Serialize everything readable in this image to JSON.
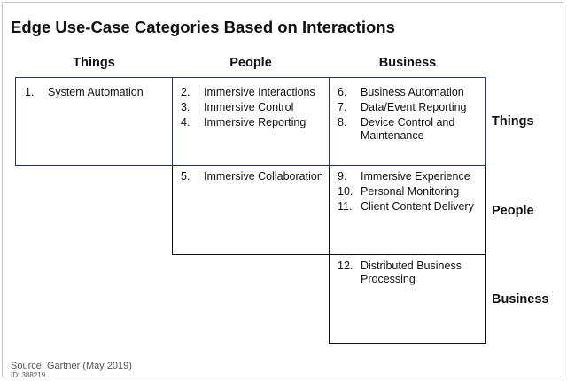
{
  "title": "Edge Use-Case Categories Based on Interactions",
  "columns": [
    "Things",
    "People",
    "Business"
  ],
  "rows": [
    "Things",
    "People",
    "Business"
  ],
  "cells": {
    "things_things": [
      {
        "num": "1.",
        "text": "System Automation"
      }
    ],
    "things_people": [
      {
        "num": "2.",
        "text": "Immersive Interactions"
      },
      {
        "num": "3.",
        "text": "Immersive Control"
      },
      {
        "num": "4.",
        "text": "Immersive Reporting"
      }
    ],
    "things_business": [
      {
        "num": "6.",
        "text": "Business Automation"
      },
      {
        "num": "7.",
        "text": "Data/Event Reporting"
      },
      {
        "num": "8.",
        "text": "Device Control and Maintenance"
      }
    ],
    "people_people": [
      {
        "num": "5.",
        "text": "Immersive Collaboration"
      }
    ],
    "people_business": [
      {
        "num": "9.",
        "text": "Immersive Experience"
      },
      {
        "num": "10.",
        "text": "Personal Monitoring"
      },
      {
        "num": "11.",
        "text": "Client Content Delivery"
      }
    ],
    "business_business": [
      {
        "num": "12.",
        "text": "Distributed Business Processing"
      }
    ]
  },
  "source": "Source: Gartner (May 2019)",
  "figure_id": "ID: 388219",
  "colors": {
    "navy_border": "#1f3864",
    "black_border": "#111111",
    "frame": "#c8c8c8"
  }
}
